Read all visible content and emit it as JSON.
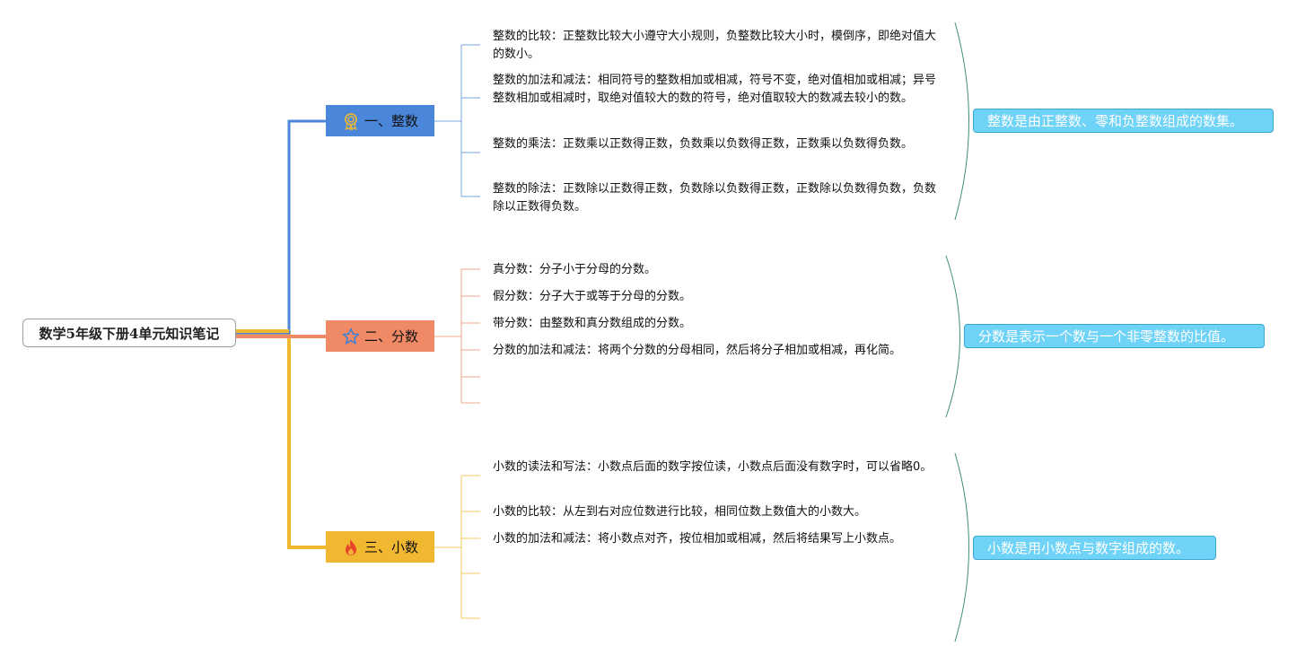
{
  "root": {
    "title": "数学5年级下册4单元知识笔记"
  },
  "branches": [
    {
      "label": "一、整数",
      "icon": "award-badge-icon",
      "color": "#4a86d9",
      "leaves": [
        "整数的比较：正整数比较大小遵守大小规则，负整数比较大小时，模倒序，即绝对值大的数小。",
        "整数的加法和减法：相同符号的整数相加或相减，符号不变，绝对值相加或相减；异号整数相加或相减时，取绝对值较大的数的符号，绝对值取较大的数减去较小的数。",
        "整数的乘法：正数乘以正数得正数，负数乘以负数得正数，正数乘以负数得负数。",
        "整数的除法：正数除以正数得正数，负数除以负数得正数，正数除以负数得负数，负数除以正数得负数。"
      ],
      "summary": "整数是由正整数、零和负整数组成的数集。"
    },
    {
      "label": "二、分数",
      "icon": "star-icon",
      "color": "#f08a66",
      "leaves": [
        "真分数：分子小于分母的分数。",
        "假分数：分子大于或等于分母的分数。",
        "带分数：由整数和真分数组成的分数。",
        "分数的加法和减法：将两个分数的分母相同，然后将分子相加或相减，再化简。"
      ],
      "summary": "分数是表示一个数与一个非零整数的比值。"
    },
    {
      "label": "三、小数",
      "icon": "fire-icon",
      "color": "#f2b731",
      "leaves": [
        "小数的读法和写法：小数点后面的数字按位读，小数点后面没有数字时，可以省略0。",
        "小数的比较：从左到右对应位数进行比较，相同位数上数值大的小数大。",
        "小数的加法和减法：将小数点对齐，按位相加或相减，然后将结果写上小数点。"
      ],
      "summary": "小数是用小数点与数字组成的数。"
    }
  ]
}
